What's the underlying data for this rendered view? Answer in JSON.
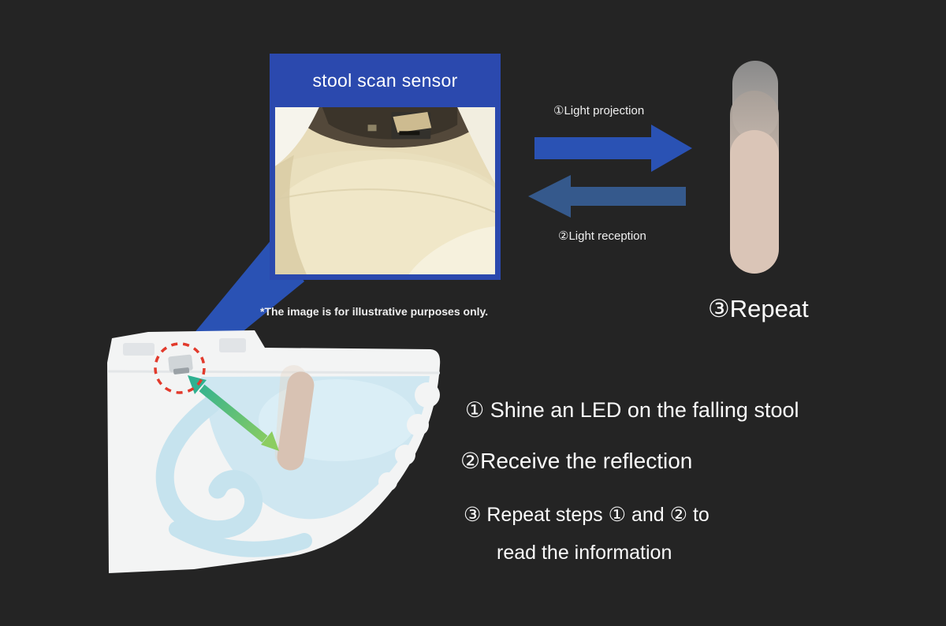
{
  "sensor_panel": {
    "title": "stool scan sensor",
    "disclaimer": "*The image is for illustrative purposes only."
  },
  "light_cycle": {
    "projection_label": "①Light projection",
    "reception_label": "②Light reception",
    "repeat_label": "③Repeat"
  },
  "steps": {
    "step1": "① Shine an LED on the falling stool",
    "step2": "②Receive the reflection",
    "step3_line1": "③ Repeat steps ① and ② to",
    "step3_line2": "read the information"
  },
  "colors": {
    "background_dark": "#242424",
    "panel_blue": "#2b49ae",
    "projection_arrow_blue": "#2a52b4",
    "reception_arrow_blue": "#35598c",
    "stool_beige": "#d8c2b3",
    "water_blue": "#cfe7f1",
    "highlight_red": "#e23a2c",
    "light_path_green": "#3cb08a"
  }
}
